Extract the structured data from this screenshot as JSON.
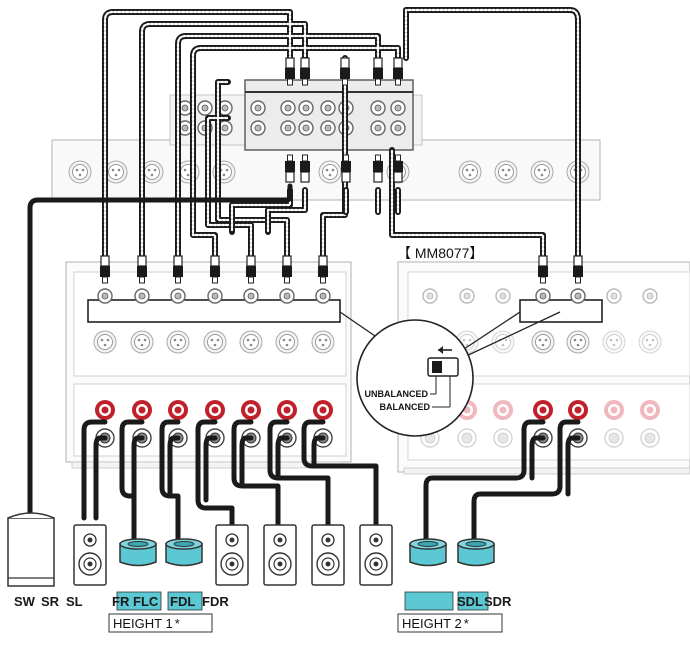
{
  "model_label": "【 MM8077】",
  "zoom_callout": {
    "unbalanced": "UNBALANCED",
    "balanced": "BALANCED"
  },
  "speakers": {
    "sw": "SW",
    "sr": "SR",
    "sl": "SL",
    "fr": "FR",
    "flc": "FLC",
    "fdl": "FDL",
    "fdr": "FDR",
    "sdl": "SDL",
    "sdr": "SDR"
  },
  "groups": {
    "height1": "HEIGHT 1",
    "height1_mark": "*",
    "height2": "HEIGHT 2",
    "height2_mark": "*"
  },
  "colors": {
    "cable": "#1a1a1a",
    "cable_dotted": "#ffffff",
    "highlight": "#5bc8d4",
    "terminal_red": "#c0202a",
    "panel_stroke": "#b8b8b8"
  }
}
